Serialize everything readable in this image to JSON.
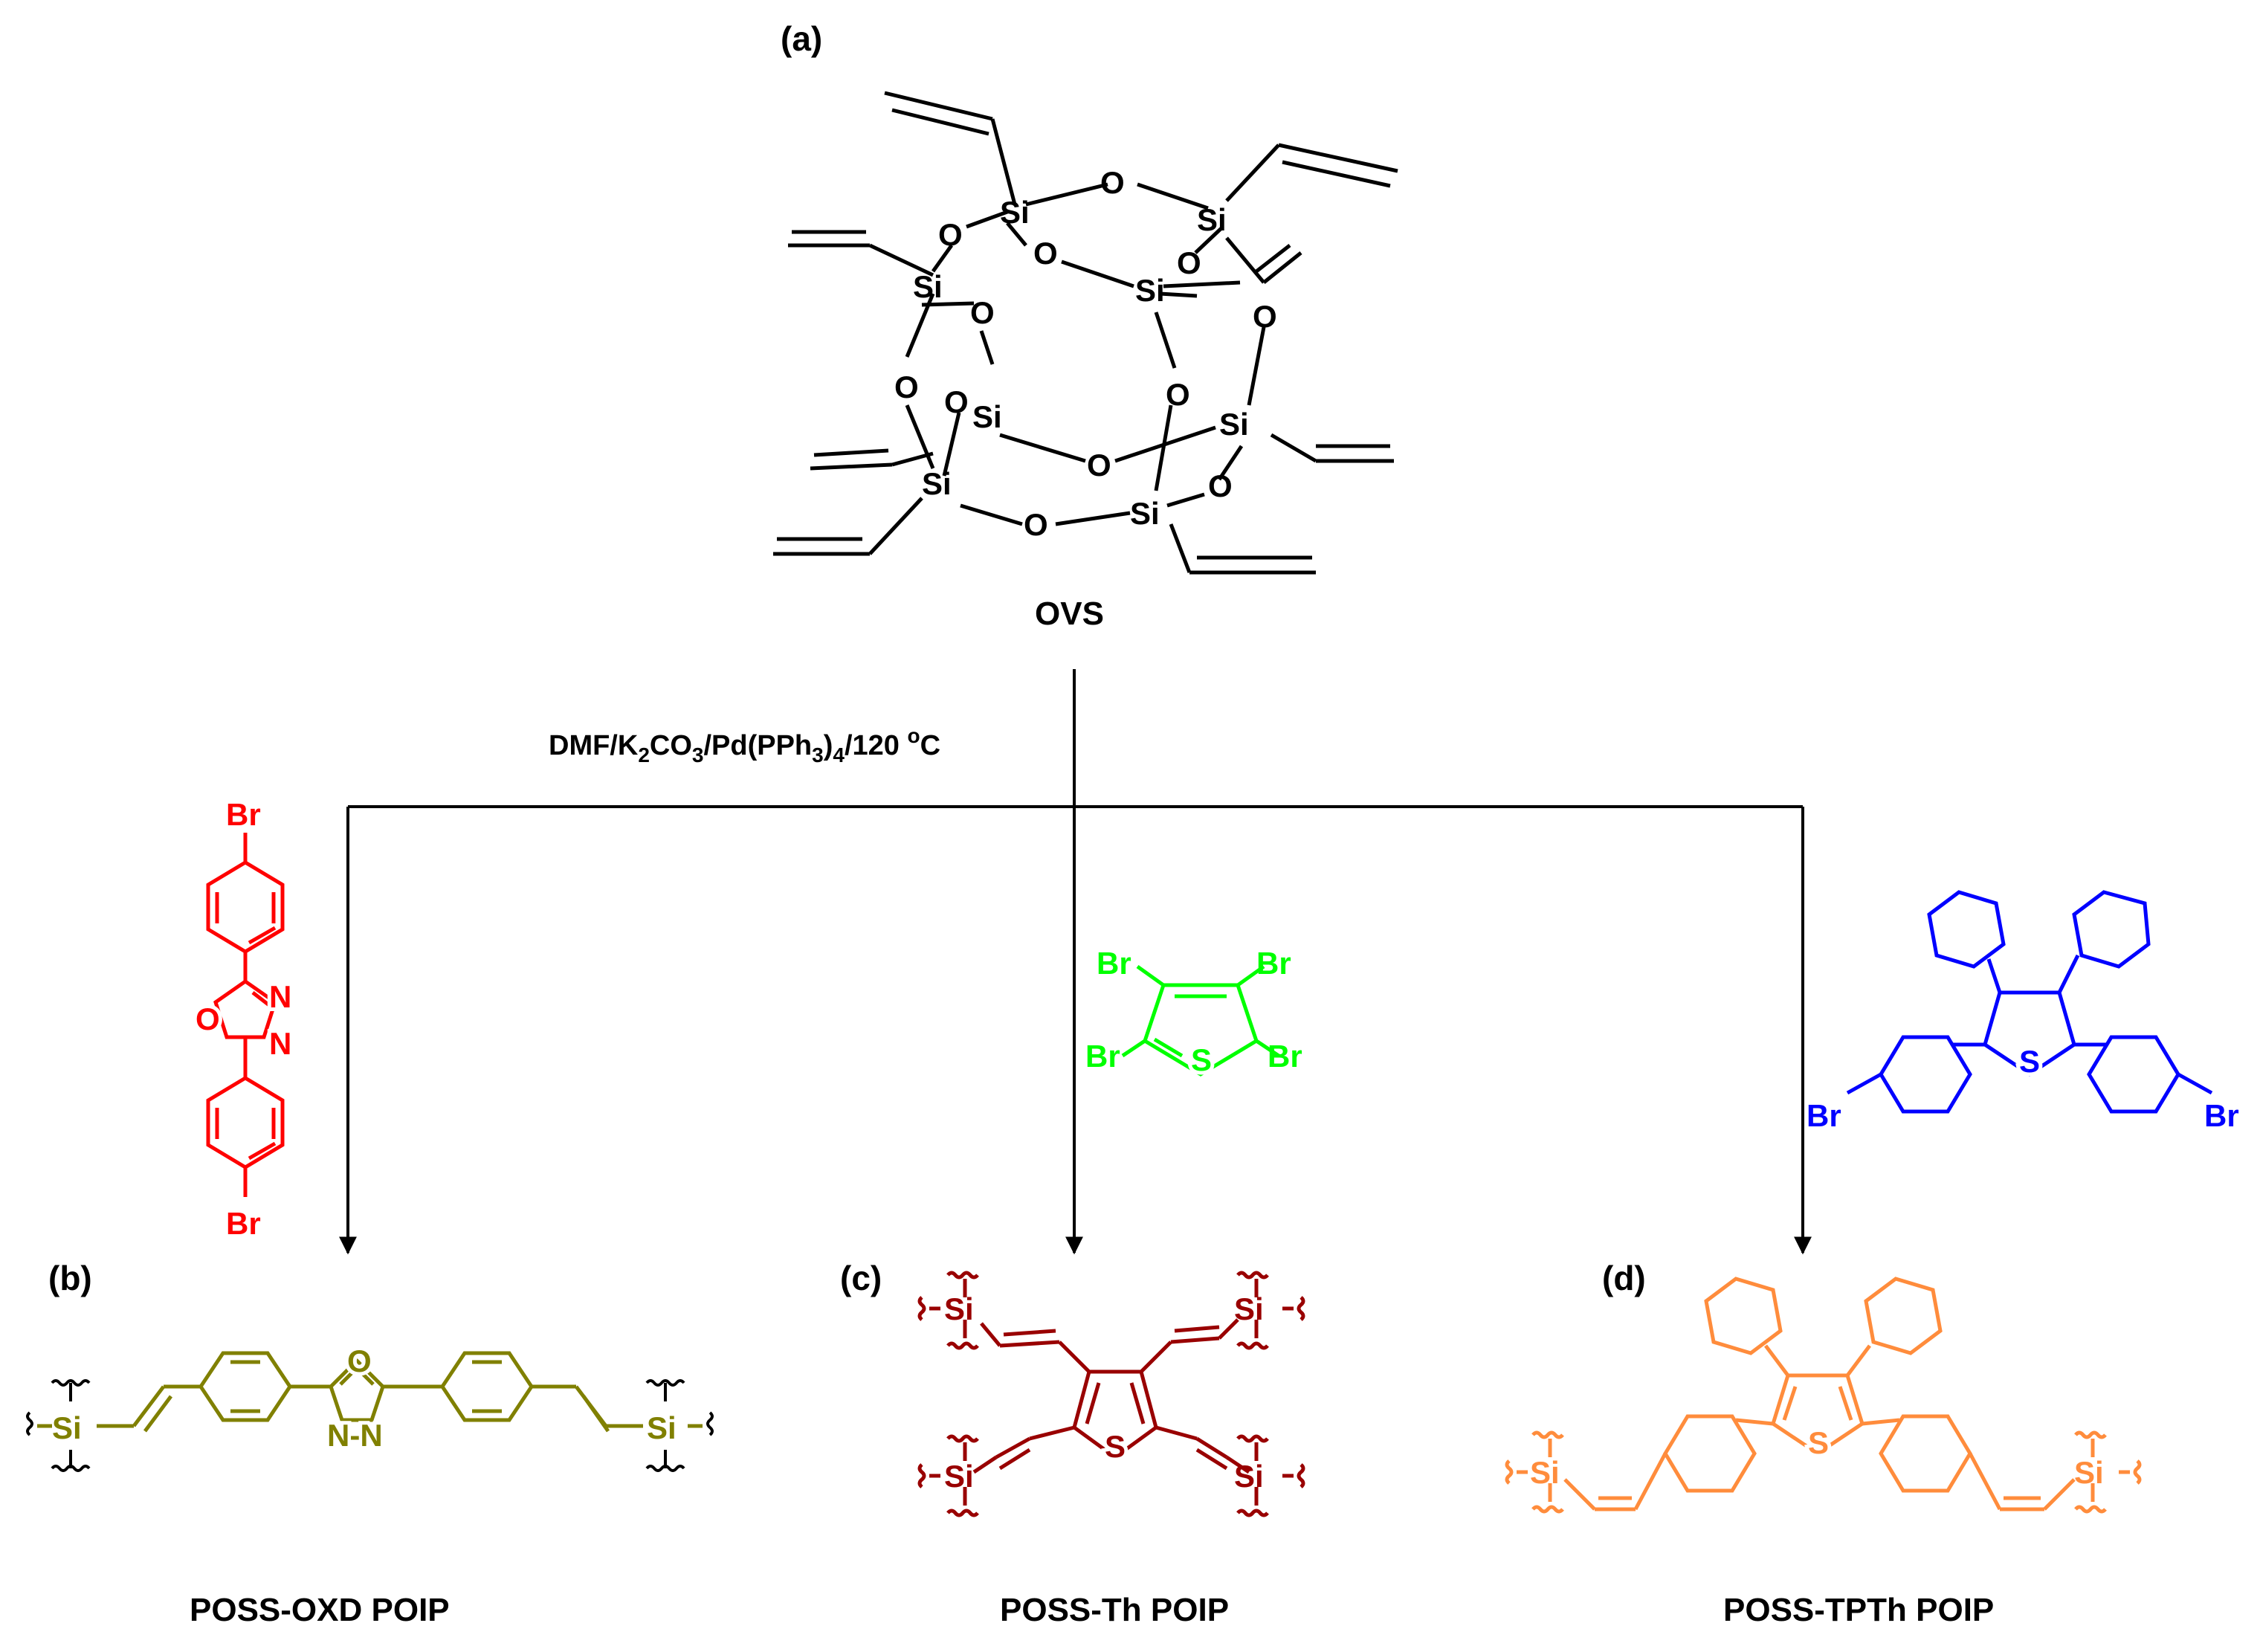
{
  "panels": {
    "a": "(a)",
    "b": "(b)",
    "c": "(c)",
    "d": "(d)"
  },
  "ovs": {
    "name": "OVS",
    "si": "Si",
    "o": "O"
  },
  "conditions": {
    "t1": "DMF/K",
    "s1": "2",
    "t2": "CO",
    "s2": "3",
    "t3": "/Pd(PPh",
    "s3": "3",
    "t4": ")",
    "s4": "4",
    "t5": "/120 ",
    "sup": "o",
    "t6": "C"
  },
  "atoms": {
    "br": "Br",
    "o": "O",
    "n": "N",
    "nn": "N-N",
    "s": "S",
    "si": "Si"
  },
  "products": {
    "b": "POSS-OXD POIP",
    "c": "POSS-Th POIP",
    "d": "POSS-TPTh POIP"
  },
  "colors": {
    "black": "#000000",
    "red": "#ff0000",
    "green": "#00ff00",
    "blue": "#0000ff",
    "olive": "#808000",
    "darkred": "#990000",
    "orange": "#ff8c3c"
  }
}
